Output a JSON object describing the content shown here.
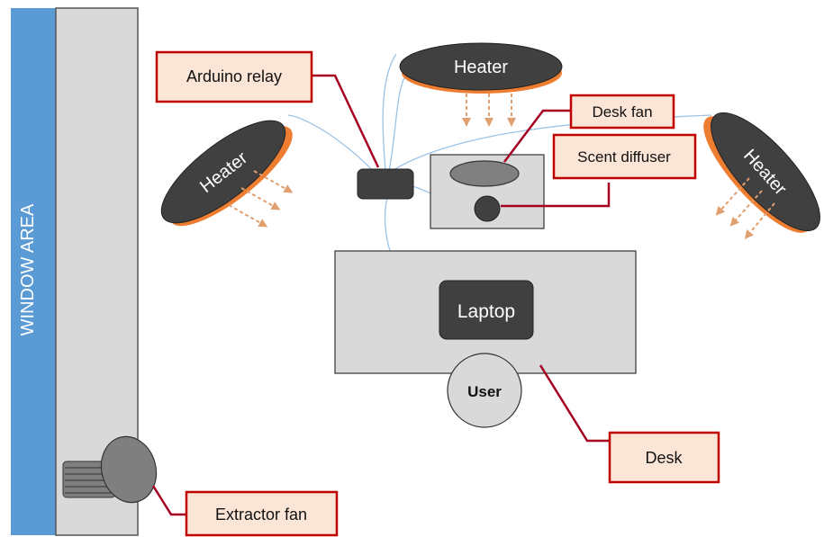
{
  "window_area": {
    "label": "WINDOW AREA",
    "color": "#5b9bd5"
  },
  "wall_color": "#d9d9d9",
  "heaters": [
    {
      "label": "Heater"
    },
    {
      "label": "Heater"
    },
    {
      "label": "Heater"
    }
  ],
  "heater_colors": {
    "body": "#404040",
    "element": "#ed7d31",
    "heat_arrow": "#e0a070"
  },
  "callouts": {
    "arduino_relay": "Arduino relay",
    "desk_fan": "Desk fan",
    "scent_diffuser": "Scent diffuser",
    "desk": "Desk",
    "extractor_fan": "Extractor fan"
  },
  "callout_colors": {
    "fill": "#fbe5d6",
    "border": "#c00000",
    "leader": "#a50021"
  },
  "laptop": {
    "label": "Laptop"
  },
  "user": {
    "label": "User"
  },
  "wire_color": "#9dc3e6"
}
